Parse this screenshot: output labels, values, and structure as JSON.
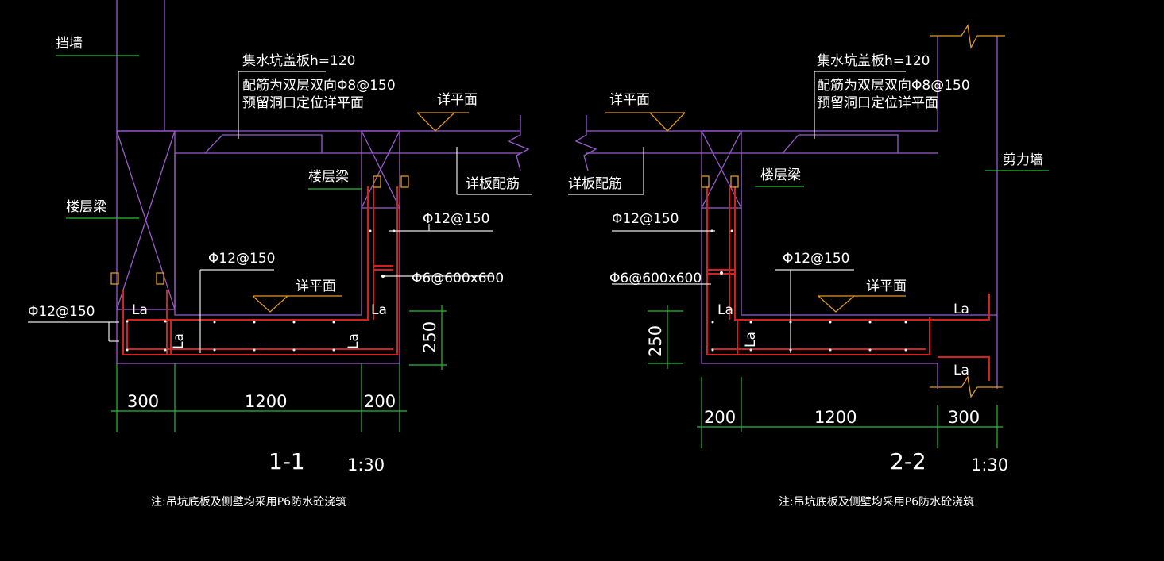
{
  "colors": {
    "background": "#000000",
    "wall": "#9b59d0",
    "rebar": "#d62020",
    "leader": "#22c030",
    "text": "#ffffff",
    "symbol": "#e09a1a"
  },
  "left": {
    "retaining_wall": "挡墙",
    "floor_beam_left": "楼层梁",
    "floor_beam_right": "楼层梁",
    "cover_title": "集水坑盖板h=120",
    "cover_rebar": "配筋为双层双向Φ8@150",
    "cover_hole": "预留洞口定位详平面",
    "plan_ref_top": "详平面",
    "plan_ref_bottom": "详平面",
    "slab_ref": "详板配筋",
    "rebar_side": "Φ12@150",
    "rebar_mid": "Φ12@150",
    "rebar_left": "Φ12@150",
    "rebar_tie": "Φ6@600x600",
    "la": "La",
    "dim_thick": "250",
    "dim_1": "300",
    "dim_2": "1200",
    "dim_3": "200",
    "section": "1-1",
    "scale": "1:30",
    "note": "注:吊坑底板及侧壁均采用P6防水砼浇筑"
  },
  "right": {
    "shear_wall": "剪力墙",
    "floor_beam": "楼层梁",
    "cover_title": "集水坑盖板h=120",
    "cover_rebar": "配筋为双层双向Φ8@150",
    "cover_hole": "预留洞口定位详平面",
    "plan_ref_top": "详平面",
    "plan_ref_bottom": "详平面",
    "slab_ref": "详板配筋",
    "rebar_side": "Φ12@150",
    "rebar_mid": "Φ12@150",
    "rebar_tie": "Φ6@600x600",
    "la": "La",
    "dim_thick": "250",
    "dim_1": "200",
    "dim_2": "1200",
    "dim_3": "300",
    "section": "2-2",
    "scale": "1:30",
    "note": "注:吊坑底板及侧壁均采用P6防水砼浇筑"
  }
}
